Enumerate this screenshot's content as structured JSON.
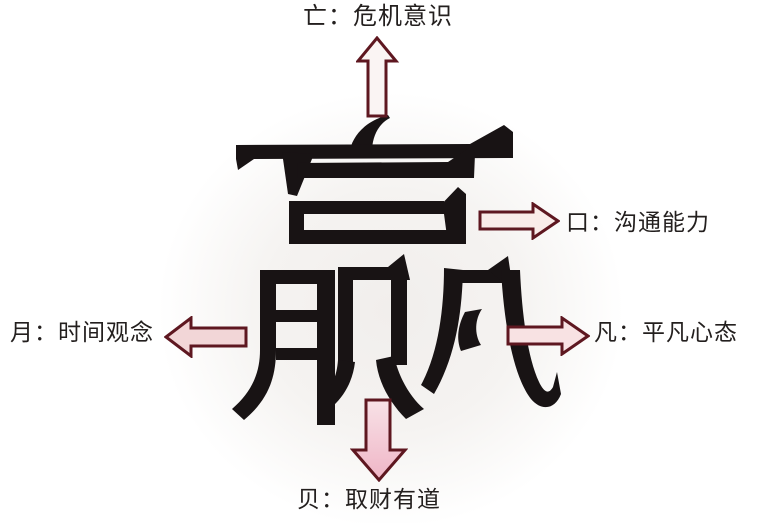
{
  "center": {
    "character": "赢"
  },
  "annotations": {
    "top": {
      "component": "亡",
      "text": "亡：危机意识"
    },
    "right_upper": {
      "component": "口",
      "text": "口：沟通能力"
    },
    "left": {
      "component": "月",
      "text": "月：时间观念"
    },
    "right_lower": {
      "component": "凡",
      "text": "凡：平凡心态"
    },
    "bottom": {
      "component": "贝",
      "text": "贝：取财有道"
    }
  },
  "colors": {
    "arrow_outline": "#5e1720",
    "up_arrow_fill": "#faf4f3",
    "right_upper_arrow_fill": "#f9ece9",
    "left_arrow_fill": "#f2d6d7",
    "right_lower_arrow_fill": "#f8e2e3",
    "down_arrow_fill_start": "#f8e2e7",
    "down_arrow_fill_end": "#efb5c6",
    "character_color": "#181314",
    "text_color": "#231f1e",
    "background": "#ffffff"
  }
}
